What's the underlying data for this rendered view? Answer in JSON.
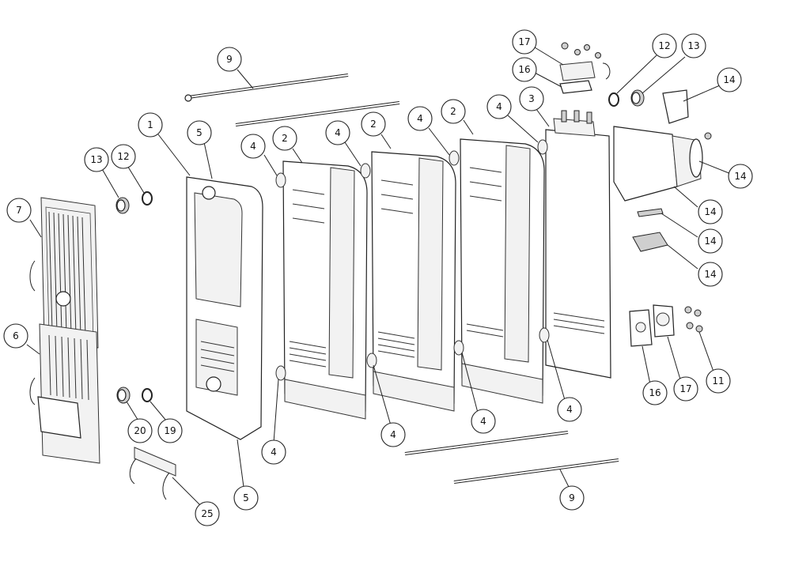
{
  "callouts": [
    {
      "id": "c-9a",
      "label": "9"
    },
    {
      "id": "c-1",
      "label": "1"
    },
    {
      "id": "c-5a",
      "label": "5"
    },
    {
      "id": "c-13a",
      "label": "13"
    },
    {
      "id": "c-12a",
      "label": "12"
    },
    {
      "id": "c-7",
      "label": "7"
    },
    {
      "id": "c-6",
      "label": "6"
    },
    {
      "id": "c-20",
      "label": "20"
    },
    {
      "id": "c-19",
      "label": "19"
    },
    {
      "id": "c-25",
      "label": "25"
    },
    {
      "id": "c-5b",
      "label": "5"
    },
    {
      "id": "c-4a",
      "label": "4"
    },
    {
      "id": "c-2a",
      "label": "2"
    },
    {
      "id": "c-4b",
      "label": "4"
    },
    {
      "id": "c-2b",
      "label": "2"
    },
    {
      "id": "c-4c",
      "label": "4"
    },
    {
      "id": "c-2c",
      "label": "2"
    },
    {
      "id": "c-4d",
      "label": "4"
    },
    {
      "id": "c-3",
      "label": "3"
    },
    {
      "id": "c-17a",
      "label": "17"
    },
    {
      "id": "c-16a",
      "label": "16"
    },
    {
      "id": "c-12b",
      "label": "12"
    },
    {
      "id": "c-13b",
      "label": "13"
    },
    {
      "id": "c-14a",
      "label": "14"
    },
    {
      "id": "c-14b",
      "label": "14"
    },
    {
      "id": "c-14c",
      "label": "14"
    },
    {
      "id": "c-14d",
      "label": "14"
    },
    {
      "id": "c-14e",
      "label": "14"
    },
    {
      "id": "c-16b",
      "label": "16"
    },
    {
      "id": "c-17b",
      "label": "17"
    },
    {
      "id": "c-11",
      "label": "11"
    },
    {
      "id": "c-4e",
      "label": "4"
    },
    {
      "id": "c-4f",
      "label": "4"
    },
    {
      "id": "c-4g",
      "label": "4"
    },
    {
      "id": "c-4h",
      "label": "4"
    },
    {
      "id": "c-9b",
      "label": "9"
    }
  ]
}
